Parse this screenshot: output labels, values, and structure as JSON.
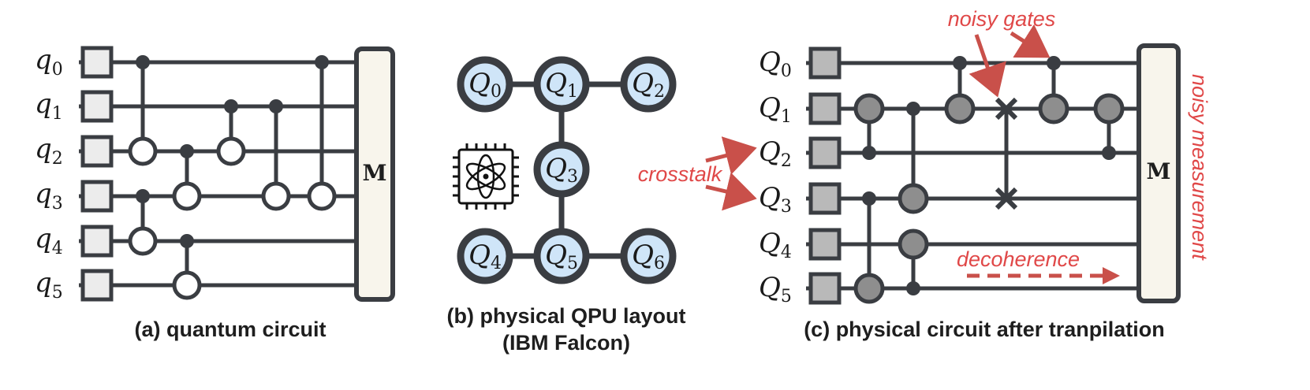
{
  "panel_a": {
    "caption": "(a) quantum circuit",
    "measure_label": "M",
    "qubits": [
      {
        "base": "q",
        "index": "0"
      },
      {
        "base": "q",
        "index": "1"
      },
      {
        "base": "q",
        "index": "2"
      },
      {
        "base": "q",
        "index": "3"
      },
      {
        "base": "q",
        "index": "4"
      },
      {
        "base": "q",
        "index": "5"
      }
    ]
  },
  "panel_b": {
    "caption_line1": "(b) physical QPU layout",
    "caption_line2": "(IBM Falcon)",
    "nodes": [
      {
        "base": "Q",
        "index": "0"
      },
      {
        "base": "Q",
        "index": "1"
      },
      {
        "base": "Q",
        "index": "2"
      },
      {
        "base": "Q",
        "index": "3"
      },
      {
        "base": "Q",
        "index": "4"
      },
      {
        "base": "Q",
        "index": "5"
      },
      {
        "base": "Q",
        "index": "6"
      }
    ],
    "icon": "quantum-chip-icon"
  },
  "panel_c": {
    "caption": "(c) physical circuit after tranpilation",
    "measure_label": "M",
    "qubits": [
      {
        "base": "Q",
        "index": "0"
      },
      {
        "base": "Q",
        "index": "1"
      },
      {
        "base": "Q",
        "index": "2"
      },
      {
        "base": "Q",
        "index": "3"
      },
      {
        "base": "Q",
        "index": "4"
      },
      {
        "base": "Q",
        "index": "5"
      }
    ],
    "annotations": {
      "noisy_gates": "noisy gates",
      "crosstalk": "crosstalk",
      "decoherence": "decoherence",
      "noisy_measurement": "noisy measurement"
    }
  },
  "colors": {
    "wire": "#3a3d42",
    "node_fill": "#cfe5f8",
    "annotation": "#e04848",
    "arrow": "#c9504a",
    "init_box_a": "#ececec",
    "init_box_c": "#b9b9b9",
    "target_c": "#8e8e8e",
    "measure_fill": "#f8f5ec"
  }
}
